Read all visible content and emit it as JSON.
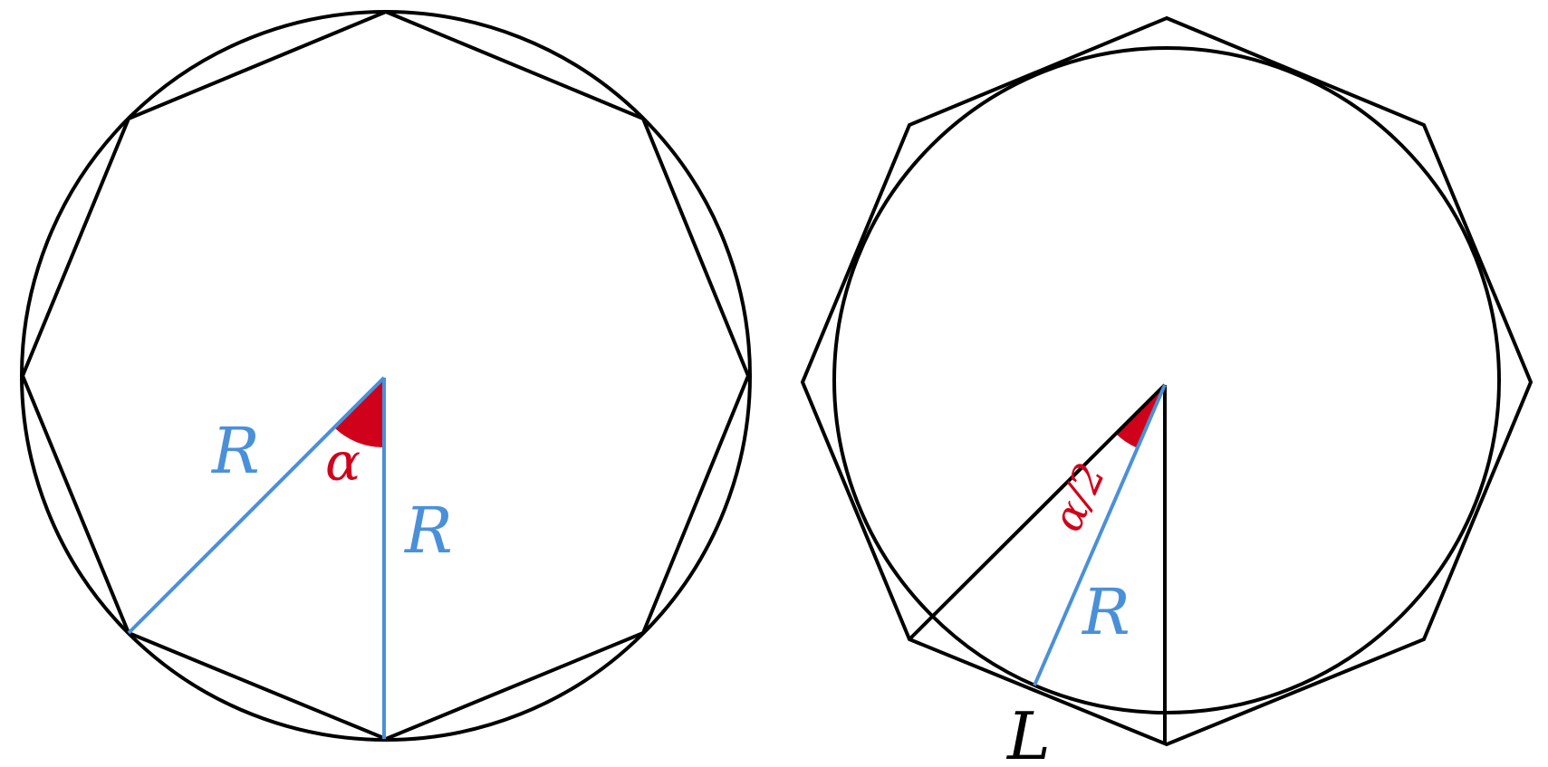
{
  "colors": {
    "outline": "#000000",
    "radius": "#4a90d9",
    "angle": "#d0021b",
    "background": "#ffffff"
  },
  "left_figure": {
    "label_radius_diagonal": "R",
    "label_radius_vertical": "R",
    "label_angle": "α"
  },
  "right_figure": {
    "label_half_angle": "α/2",
    "label_radius": "R",
    "label_side": "L"
  }
}
